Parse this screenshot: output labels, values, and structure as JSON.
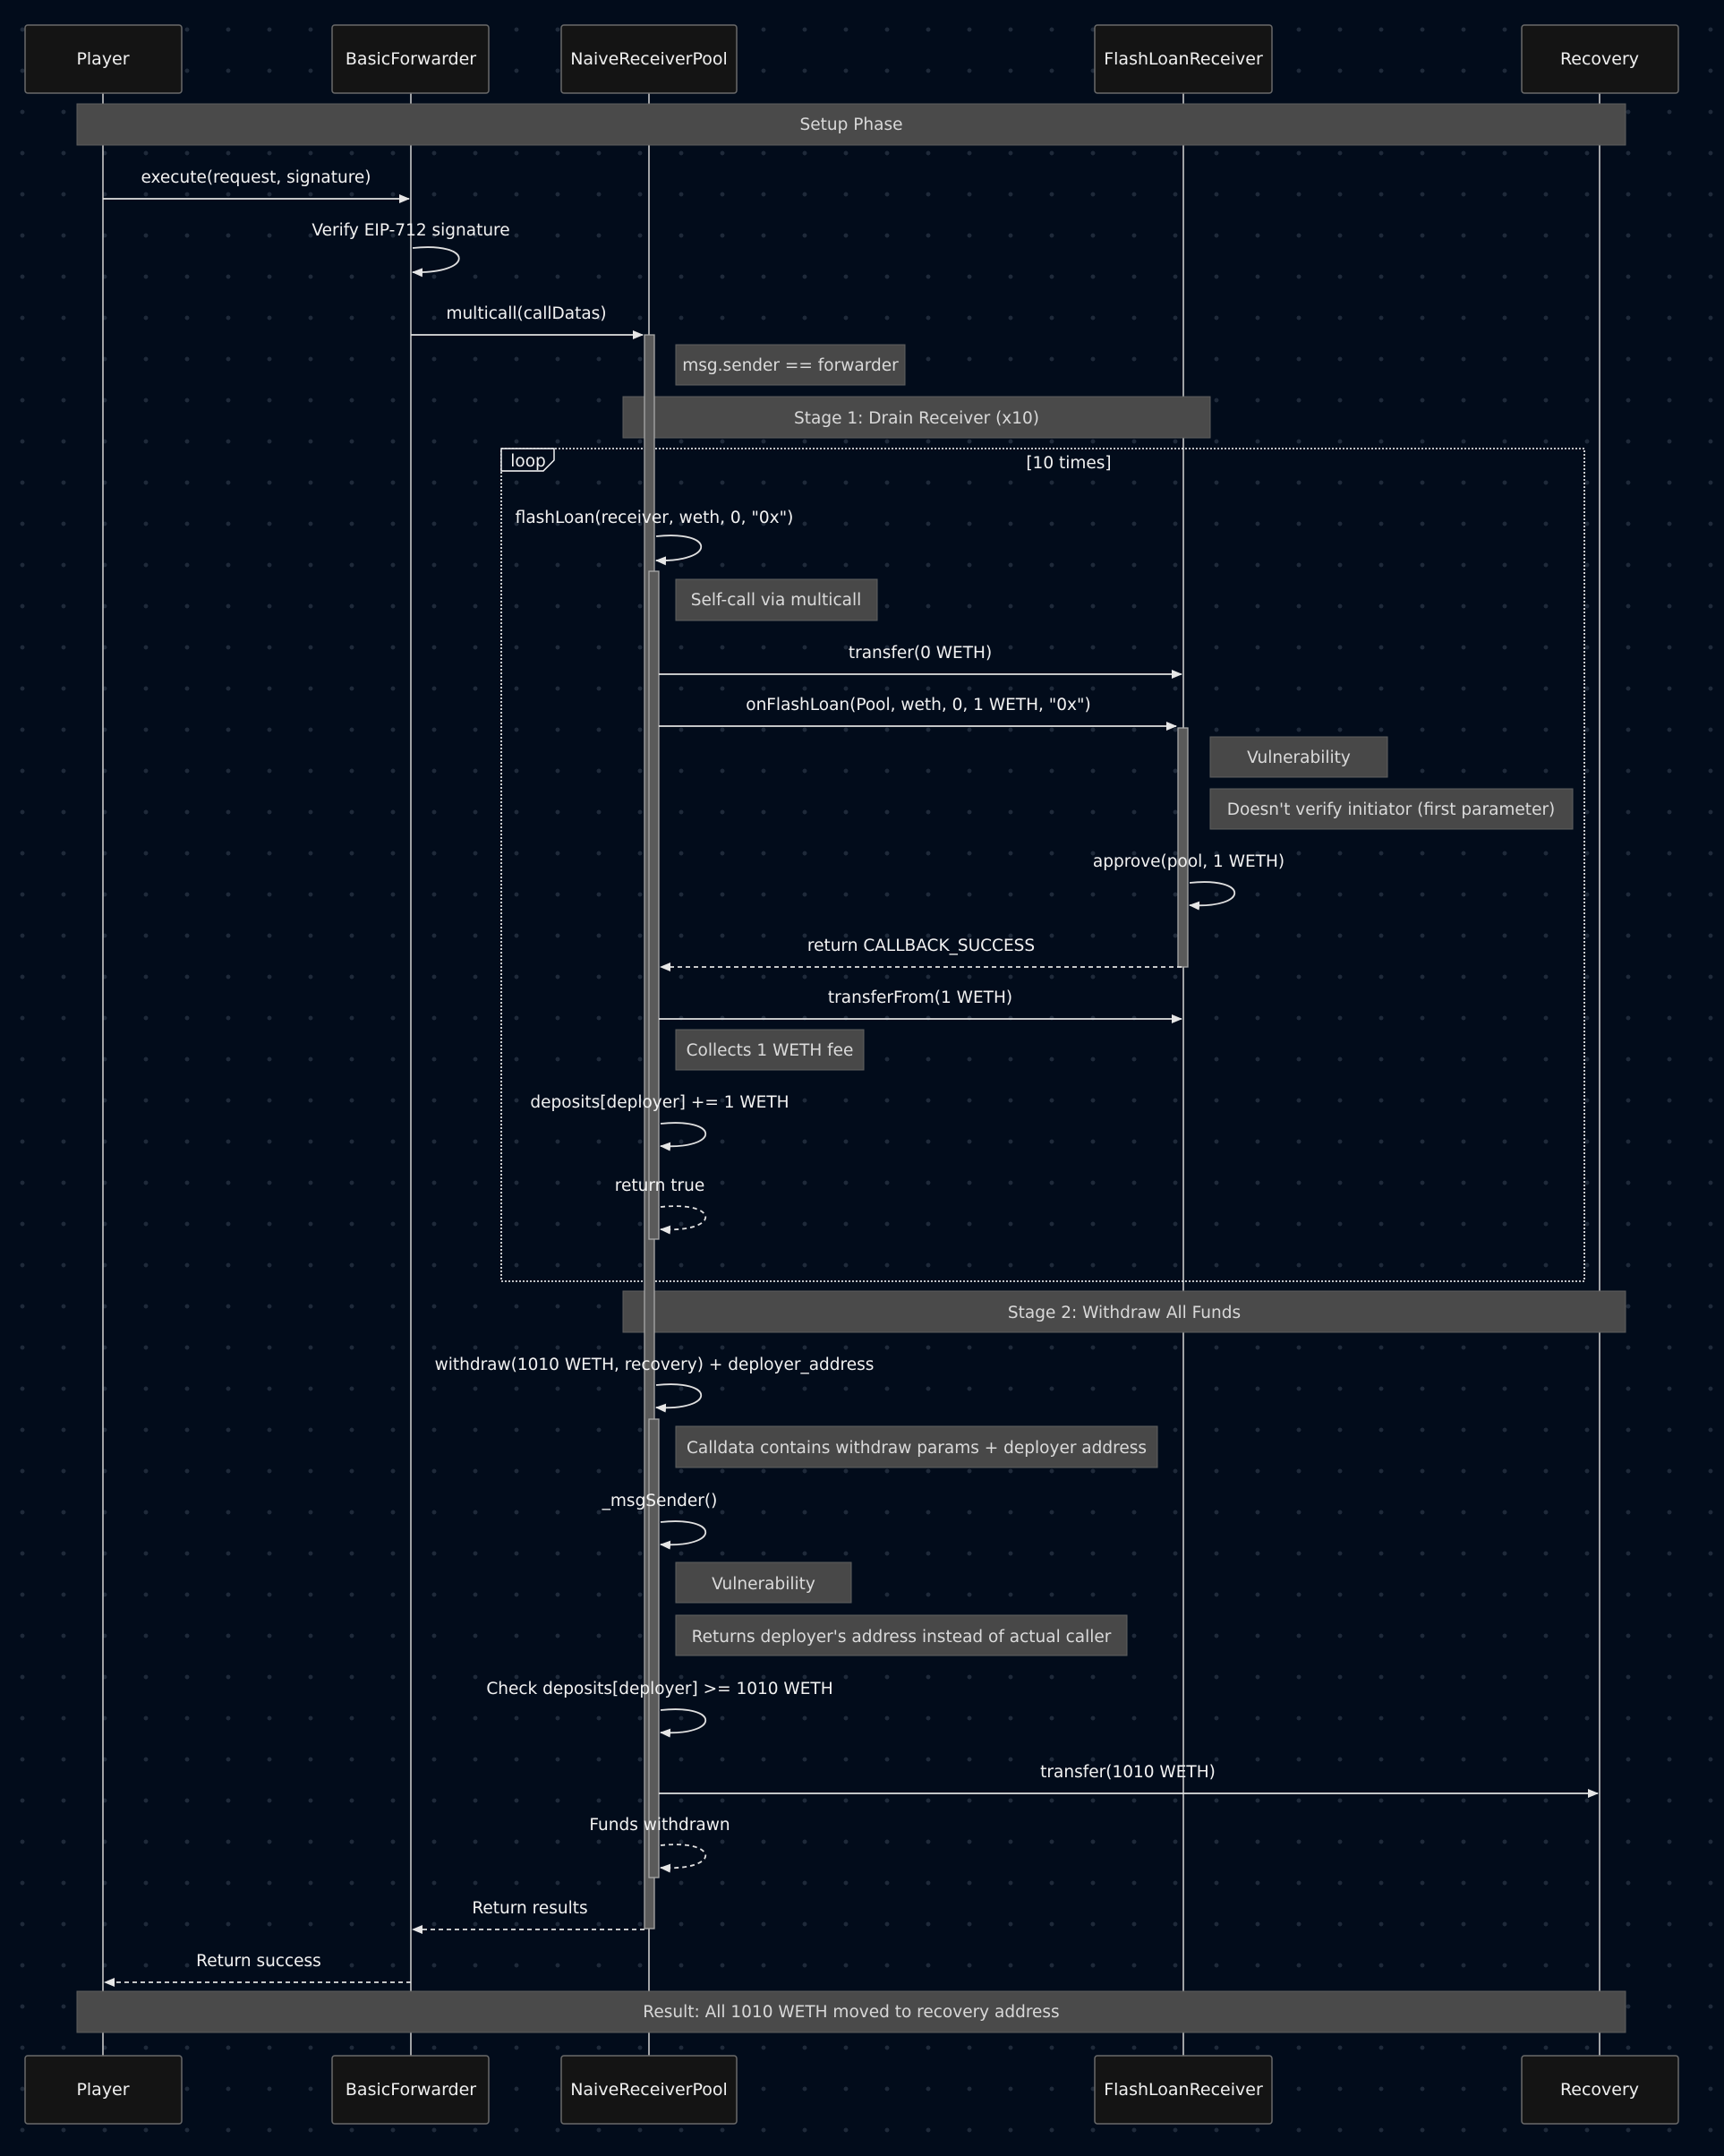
{
  "actors": [
    {
      "id": "player",
      "label": "Player"
    },
    {
      "id": "forwarder",
      "label": "BasicForwarder"
    },
    {
      "id": "pool",
      "label": "NaiveReceiverPool"
    },
    {
      "id": "receiver",
      "label": "FlashLoanReceiver"
    },
    {
      "id": "recovery",
      "label": "Recovery"
    }
  ],
  "bands": [
    {
      "id": "setup",
      "label": "Setup Phase"
    },
    {
      "id": "stage1",
      "label": "Stage 1: Drain Receiver (x10)"
    },
    {
      "id": "stage2",
      "label": "Stage 2: Withdraw All Funds"
    },
    {
      "id": "result",
      "label": "Result: All 1010 WETH moved to recovery address"
    }
  ],
  "loop": {
    "keyword": "loop",
    "condition": "[10 times]"
  },
  "messages": [
    {
      "id": "m1",
      "from": "player",
      "to": "forwarder",
      "label": "execute(request, signature)",
      "style": "solid"
    },
    {
      "id": "m2",
      "from": "forwarder",
      "to": "forwarder",
      "label": "Verify EIP-712 signature",
      "style": "solid"
    },
    {
      "id": "m3",
      "from": "forwarder",
      "to": "pool",
      "label": "multicall(callDatas)",
      "style": "solid"
    },
    {
      "id": "m4",
      "from": "pool",
      "to": "pool",
      "label": "flashLoan(receiver, weth, 0, \"0x\")",
      "style": "solid"
    },
    {
      "id": "m5",
      "from": "pool",
      "to": "receiver",
      "label": "transfer(0 WETH)",
      "style": "solid"
    },
    {
      "id": "m6",
      "from": "pool",
      "to": "receiver",
      "label": "onFlashLoan(Pool, weth, 0, 1 WETH, \"0x\")",
      "style": "solid"
    },
    {
      "id": "m7",
      "from": "receiver",
      "to": "receiver",
      "label": "approve(pool, 1 WETH)",
      "style": "solid"
    },
    {
      "id": "m8",
      "from": "receiver",
      "to": "pool",
      "label": "return CALLBACK_SUCCESS",
      "style": "dashed"
    },
    {
      "id": "m9",
      "from": "pool",
      "to": "receiver",
      "label": "transferFrom(1 WETH)",
      "style": "solid"
    },
    {
      "id": "m10",
      "from": "pool",
      "to": "pool",
      "label": "deposits[deployer] += 1 WETH",
      "style": "solid"
    },
    {
      "id": "m11",
      "from": "pool",
      "to": "pool",
      "label": "return true",
      "style": "dashed"
    },
    {
      "id": "m12",
      "from": "pool",
      "to": "pool",
      "label": "withdraw(1010 WETH, recovery) + deployer_address",
      "style": "solid"
    },
    {
      "id": "m13",
      "from": "pool",
      "to": "pool",
      "label": "_msgSender()",
      "style": "solid"
    },
    {
      "id": "m14",
      "from": "pool",
      "to": "pool",
      "label": "Check deposits[deployer] >= 1010 WETH",
      "style": "solid"
    },
    {
      "id": "m15",
      "from": "pool",
      "to": "recovery",
      "label": "transfer(1010 WETH)",
      "style": "solid"
    },
    {
      "id": "m16",
      "from": "pool",
      "to": "pool",
      "label": "Funds withdrawn",
      "style": "dashed"
    },
    {
      "id": "m17",
      "from": "pool",
      "to": "forwarder",
      "label": "Return results",
      "style": "dashed"
    },
    {
      "id": "m18",
      "from": "forwarder",
      "to": "player",
      "label": "Return success",
      "style": "dashed"
    }
  ],
  "notes": [
    {
      "id": "n1",
      "over": "pool",
      "label": "msg.sender == forwarder"
    },
    {
      "id": "n2",
      "over": "pool",
      "label": "Self-call via multicall"
    },
    {
      "id": "n3",
      "over": "receiver",
      "label": "Vulnerability"
    },
    {
      "id": "n4",
      "over": "receiver",
      "label": "Doesn't verify initiator (first parameter)"
    },
    {
      "id": "n5",
      "over": "pool",
      "label": "Collects 1 WETH fee"
    },
    {
      "id": "n6",
      "over": "pool",
      "label": "Calldata contains withdraw params + deployer address"
    },
    {
      "id": "n7",
      "over": "pool",
      "label": "Vulnerability"
    },
    {
      "id": "n8",
      "over": "pool",
      "label": "Returns deployer's address instead of actual caller"
    }
  ]
}
